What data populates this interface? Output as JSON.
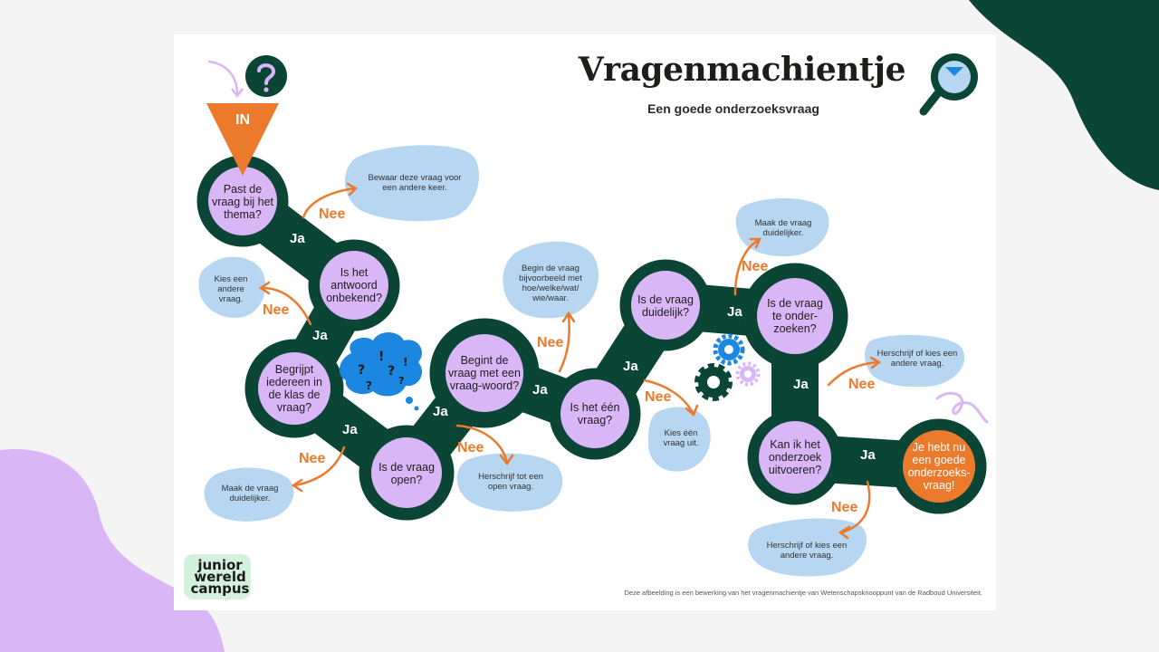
{
  "header": {
    "title": "Vragenmachientje",
    "subtitle": "Een goede onderzoeksvraag"
  },
  "start_label": "IN",
  "questions": {
    "q1": "Past de vraag bij het thema?",
    "q2": "Is het antwoord onbekend?",
    "q3": "Begrijpt iedereen in de klas de vraag?",
    "q4": "Is de vraag open?",
    "q5": "Begint de vraag met een vraag-woord?",
    "q6": "Is het één vraag?",
    "q7": "Is de vraag duidelijk?",
    "q8": "Is de vraag te onder-zoeken?",
    "q9": "Kan ik het onderzoek uitvoeren?",
    "final": "Je hebt nu een goede onderzoeks-vraag!"
  },
  "answers": {
    "a1": "Bewaar deze vraag voor een andere keer.",
    "a2": "Kies een andere vraag.",
    "a3": "Maak de vraag duidelijker.",
    "a4": "Herschrijf tot een open vraag.",
    "a5": "Begin de vraag bijvoorbeeld met hoe/welke/wat/ wie/waar.",
    "a6": "Kies één vraag uit.",
    "a7": "Maak de vraag duidelijker.",
    "a8": "Herschrijf of kies een andere vraag.",
    "a9": "Herschrijf of kies een andere vraag."
  },
  "labels": {
    "ja": "Ja",
    "nee": "Nee"
  },
  "logo": {
    "line1": "junior",
    "line2": "wereld",
    "line3": "campus"
  },
  "footer": "Deze afbeelding is een bewerking van het vragenmachientje van Wetenschapsknooppunt van de Radboud Universiteit.",
  "colors": {
    "dark_green": "#0b4535",
    "purple": "#d9b6f5",
    "light_blue": "#b7d6f2",
    "orange": "#ec7a2c",
    "blue": "#1c87e0"
  },
  "icons": [
    "question-mark-icon",
    "magnifier-icon",
    "gear-icon",
    "thought-cloud-icon",
    "curly-arrow-icon"
  ]
}
